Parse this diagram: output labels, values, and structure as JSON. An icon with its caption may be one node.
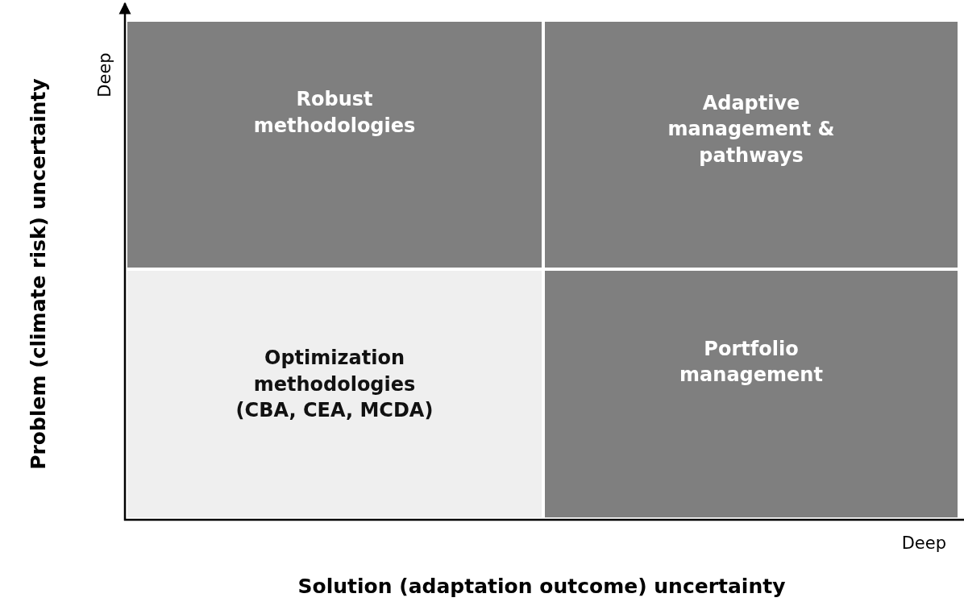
{
  "diagram": {
    "nodes": [
      {
        "text": [
          "Robust methodologies"
        ]
      },
      {
        "text": [
          "Adaptive management & pathways"
        ]
      },
      {
        "text": [
          "Optimization methodologies (CBA, CEA, MCDA)"
        ]
      },
      {
        "text": [
          "Portfolio management"
        ]
      }
    ],
    "labels": [
      "Problem (climate risk) uncertainty",
      "Deep",
      "Deep",
      "Solution (adaptation outcome) uncertainty"
    ]
  }
}
